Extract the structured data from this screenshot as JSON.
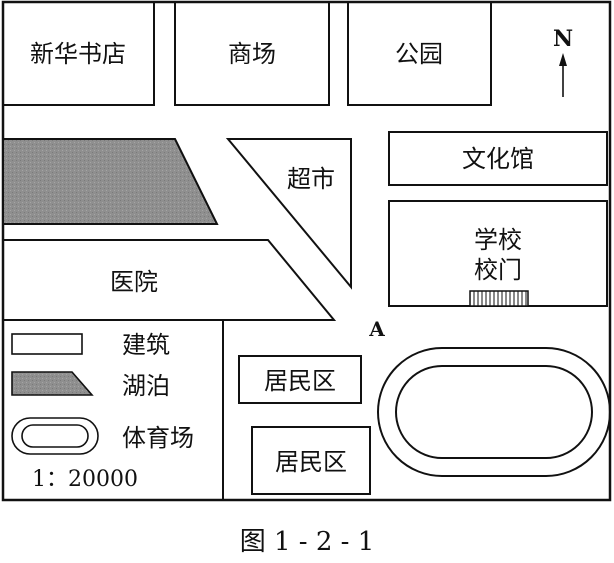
{
  "map": {
    "north_label": "N",
    "point_label": "A",
    "buildings": {
      "bookstore": "新华书店",
      "mall": "商场",
      "park": "公园",
      "supermarket": "超市",
      "culture_hall": "文化馆",
      "school_line1": "学校",
      "school_line2": "校门",
      "hospital": "医院",
      "residential_1": "居民区",
      "residential_2": "居民区"
    },
    "legend": {
      "building": "建筑",
      "lake": "湖泊",
      "stadium": "体育场",
      "scale": "1：20000"
    }
  },
  "caption": "图 1 - 2 - 1",
  "colors": {
    "line": "#111111",
    "lake_fill": "#8f8f8f",
    "background": "#ffffff"
  }
}
